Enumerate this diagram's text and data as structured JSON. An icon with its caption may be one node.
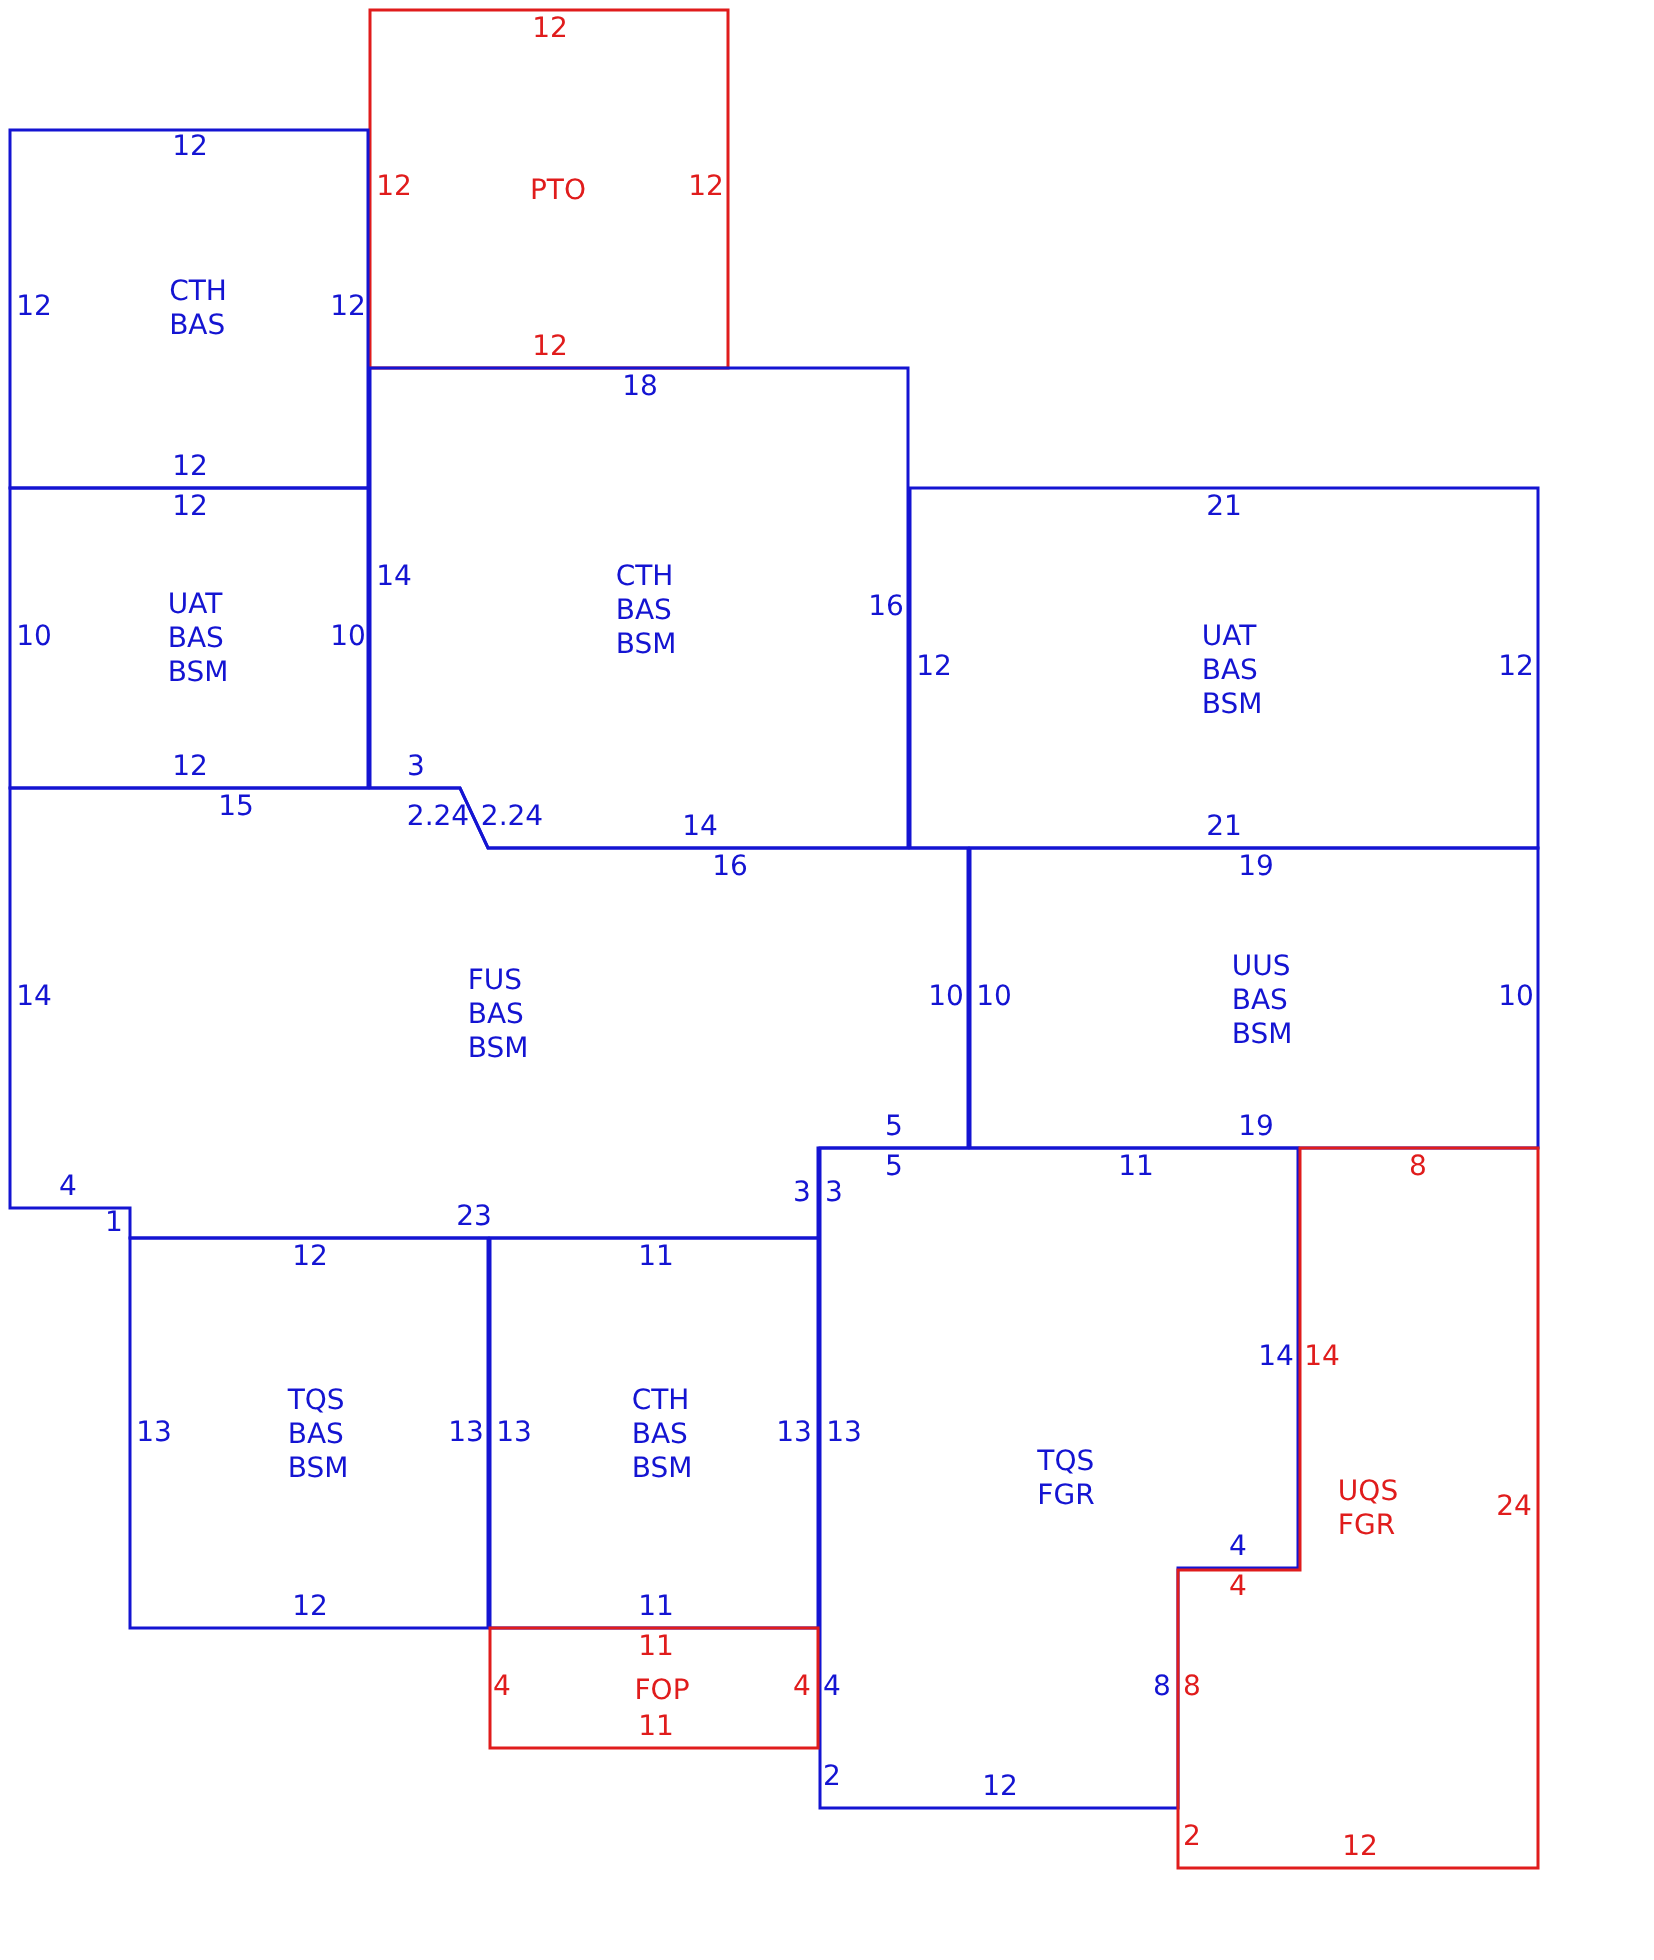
{
  "diagram": {
    "nodes": [
      {
        "text": [
          "PTO",
          "12",
          "12",
          "12",
          "12"
        ]
      },
      {
        "text": [
          "CTH",
          "BAS",
          "12",
          "12",
          "12",
          "12"
        ]
      },
      {
        "text": [
          "CTH",
          "BAS",
          "BSM",
          "18",
          "14",
          "16",
          "3",
          "2.24",
          "14"
        ]
      },
      {
        "text": [
          "UAT",
          "BAS",
          "BSM",
          "12",
          "10",
          "10",
          "12"
        ]
      },
      {
        "text": [
          "UAT",
          "BAS",
          "BSM",
          "21",
          "12",
          "12",
          "21"
        ]
      },
      {
        "text": [
          "FUS",
          "BAS",
          "BSM",
          "15",
          "2.24",
          "16",
          "14",
          "10",
          "5",
          "4",
          "3",
          "1",
          "23"
        ]
      },
      {
        "text": [
          "UUS",
          "BAS",
          "BSM",
          "19",
          "10",
          "10",
          "19"
        ]
      },
      {
        "text": [
          "TQS",
          "FGR",
          "5",
          "11",
          "3",
          "13",
          "14",
          "4",
          "8",
          "4",
          "2",
          "12"
        ]
      },
      {
        "text": [
          "UQS",
          "FGR",
          "8",
          "14",
          "24",
          "4",
          "8",
          "2",
          "12"
        ]
      },
      {
        "text": [
          "TQS",
          "BAS",
          "BSM",
          "12",
          "13",
          "13",
          "12"
        ]
      },
      {
        "text": [
          "CTH",
          "BAS",
          "BSM",
          "11",
          "13",
          "13",
          "11"
        ]
      },
      {
        "text": [
          "FOP",
          "11",
          "4",
          "4",
          "11"
        ]
      }
    ]
  }
}
